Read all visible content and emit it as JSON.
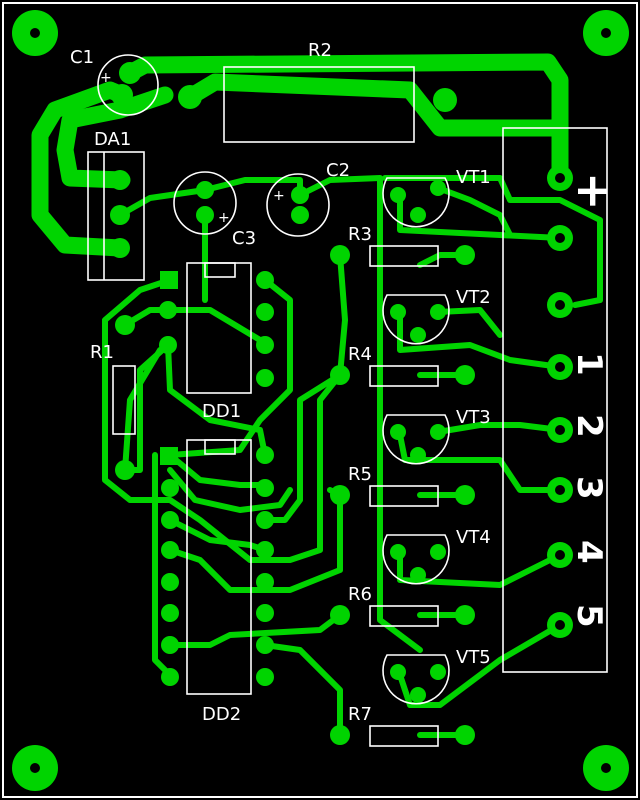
{
  "labels": {
    "c1": "C1",
    "r2": "R2",
    "da1": "DA1",
    "c2": "C2",
    "vt1": "VT1",
    "c3": "C3",
    "r3": "R3",
    "vt2": "VT2",
    "r1": "R1",
    "r4": "R4",
    "dd1": "DD1",
    "vt3": "VT3",
    "r5": "R5",
    "vt4": "VT4",
    "r6": "R6",
    "vt5": "VT5",
    "dd2": "DD2",
    "r7": "R7"
  },
  "connector": {
    "plus": "+",
    "pin1": "1",
    "pin2": "2",
    "pin3": "3",
    "pin4": "4",
    "pin5": "5"
  },
  "polarity": {
    "c1": "+",
    "c2": "+",
    "c3": "+"
  },
  "colors": {
    "background": "#000000",
    "copper": "#00d400",
    "silkscreen": "#ffffff"
  }
}
